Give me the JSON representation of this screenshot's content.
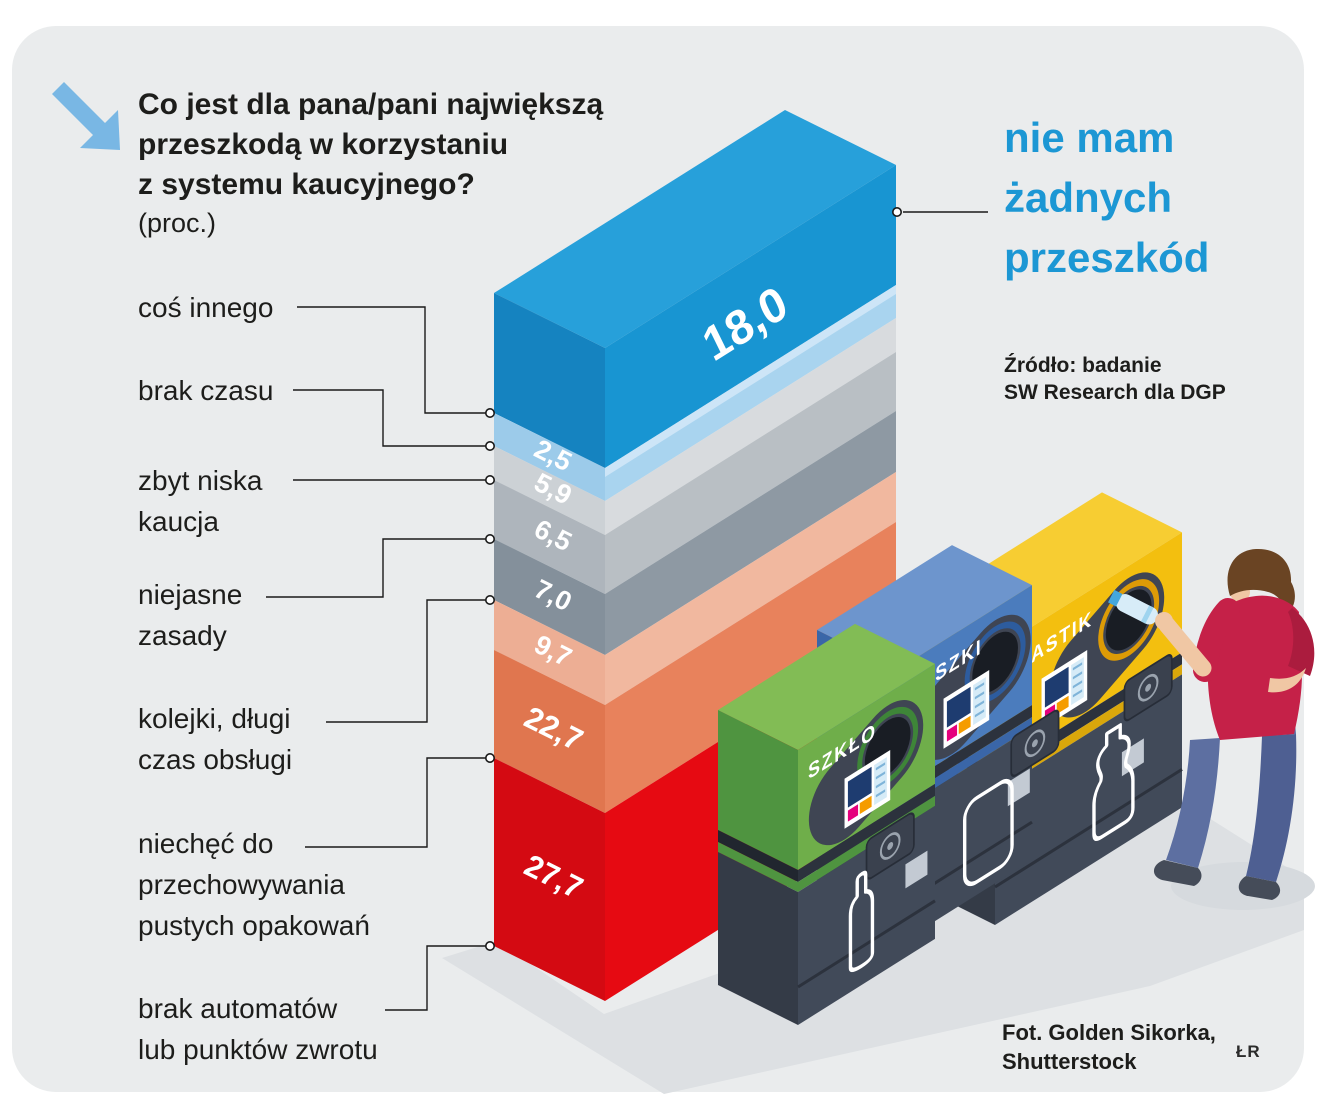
{
  "page": {
    "bg": "#ffffff",
    "card_bg": "#eaeced",
    "accent_blue": "#1c97d4",
    "arrow_color": "#79b7e4"
  },
  "title": {
    "line1": "Co jest dla pana/pani największą",
    "line2": "przeszkodą w korzystaniu",
    "line3": "z systemu kaucyjnego?",
    "unit_note": "(proc.)"
  },
  "chart_data": {
    "type": "bar",
    "variant": "3d-stacked-column",
    "title": "Co jest dla pana/pani największą przeszkodą w korzystaniu z systemu kaucyjnego?",
    "unit": "proc.",
    "total": 100.0,
    "legend_position": "left-callouts",
    "segments": [
      {
        "label": "nie mam żadnych przeszkód",
        "value": 18.0,
        "display": "18,0",
        "color": "#1895d2",
        "color_left": "#1583c0",
        "color_top": "#27a0da",
        "edge_h": 120
      },
      {
        "label": "coś innego",
        "value": 2.5,
        "display": "2,5",
        "color": "#a9d4ef",
        "color_left": "#9ccbea",
        "edge_h": 33
      },
      {
        "label": "brak czasu",
        "value": 5.9,
        "display": "5,9",
        "color": "#d8dbde",
        "color_left": "#ccd1d5",
        "edge_h": 34
      },
      {
        "label": "zbyt niska kaucja",
        "value": 6.5,
        "display": "6,5",
        "color": "#b9bfc4",
        "color_left": "#aeb5bc",
        "edge_h": 59
      },
      {
        "label": "niejasne zasady",
        "value": 7.0,
        "display": "7,0",
        "color": "#8e99a3",
        "color_left": "#84909b",
        "edge_h": 61
      },
      {
        "label": "kolejki, długi czas obsługi",
        "value": 9.7,
        "display": "9,7",
        "color": "#f1b89f",
        "color_left": "#edae94",
        "edge_h": 50
      },
      {
        "label": "niechęć do przechowywania pustych opakowań",
        "value": 22.7,
        "display": "22,7",
        "color": "#e8825c",
        "color_left": "#e0764f",
        "edge_h": 108
      },
      {
        "label": "brak automatów lub punktów zwrotu",
        "value": 27.7,
        "display": "27,7",
        "color": "#e60a12",
        "color_left": "#d40a12",
        "edge_h": 188
      }
    ]
  },
  "callouts": {
    "left": [
      {
        "lines": [
          "coś innego"
        ]
      },
      {
        "lines": [
          "brak czasu"
        ]
      },
      {
        "lines": [
          "zbyt niska",
          "kaucja"
        ]
      },
      {
        "lines": [
          "niejasne",
          "zasady"
        ]
      },
      {
        "lines": [
          "kolejki, długi",
          "czas obsługi"
        ]
      },
      {
        "lines": [
          "niechęć do",
          "przechowywania",
          "pustych opakowań"
        ]
      },
      {
        "lines": [
          "brak automatów",
          "lub punktów zwrotu"
        ]
      }
    ],
    "right": {
      "line1": "nie mam",
      "line2": "żadnych",
      "line3": "przeszkód",
      "color": "#1c97d4"
    }
  },
  "source": {
    "line1": "Źródło: badanie",
    "line2": "SW Research dla DGP"
  },
  "credit": {
    "line1": "Fot. Golden Sikorka,",
    "line2": "Shutterstock"
  },
  "initials": "ŁR",
  "illustration": {
    "bins": [
      {
        "label": "SZKŁO",
        "color": "#6fae4a",
        "color_left": "#4f9440",
        "color_top": "#82bc55",
        "ring": "#3e8538",
        "icon": "glass-bottle"
      },
      {
        "label": "PUSZKI",
        "color": "#4b7cbd",
        "color_left": "#3a66a8",
        "color_top": "#6d95cd",
        "ring": "#2d5c9e",
        "icon": "can"
      },
      {
        "label": "PLASTIK",
        "color": "#f3bf0f",
        "color_left": "#d9a70b",
        "color_top": "#f7cd32",
        "ring": "#dd9b06",
        "icon": "plastic-bottle"
      }
    ],
    "cabinet_color": "#414a59",
    "cabinet_left": "#343b47",
    "trim": "#2c323d",
    "capsule": "#3f4553",
    "hole": "#191d24",
    "sticker": {
      "bg": "#ffffff",
      "navy": "#1e3c70",
      "magenta": "#e5007d",
      "orange": "#f59c00",
      "cyan": "#d6ebf7",
      "line": "#7fb4d9"
    },
    "person": {
      "shirt": "#c52148",
      "shirt_shade": "#ab1c3e",
      "jeans": "#5d6fa1",
      "jeans_shade": "#4e5f92",
      "skin": "#f0c7a4",
      "hair": "#6a4423",
      "shoes": "#454c59",
      "bottle": "#d7ecf8",
      "bottle_cap": "#45a7dc"
    },
    "floor_shadow": "#dde0e3",
    "person_shadow": "#d6dade"
  }
}
